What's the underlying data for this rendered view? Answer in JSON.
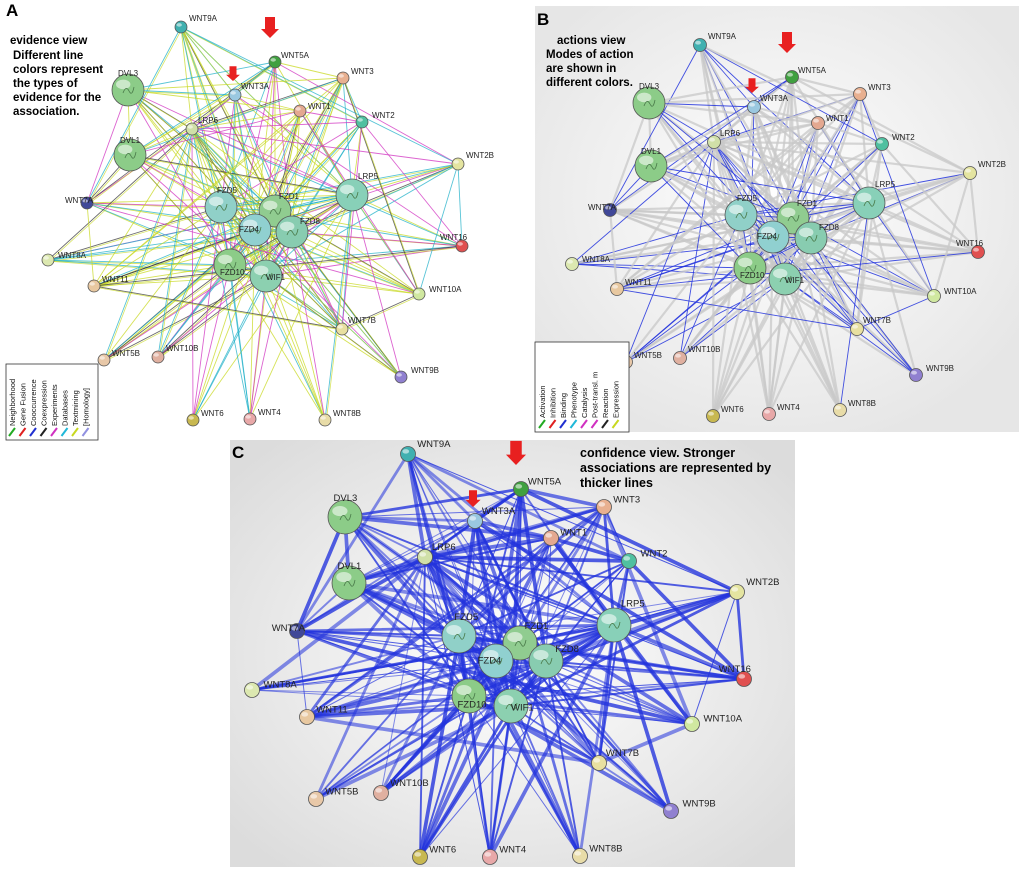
{
  "panels": [
    {
      "id": "A",
      "letter": "A",
      "view": "evidence",
      "caption": [
        "evidence view",
        "Different line",
        "colors represent",
        "the types of",
        "evidence for the",
        "association."
      ],
      "legend": [
        {
          "label": "Neighborhood",
          "color": "#22aa22"
        },
        {
          "label": "Gene Fusion",
          "color": "#e02020"
        },
        {
          "label": "Cooccurrence",
          "color": "#2030d0"
        },
        {
          "label": "Coexpression",
          "color": "#222222"
        },
        {
          "label": "Experiments",
          "color": "#d030c0"
        },
        {
          "label": "Databases",
          "color": "#20b8d8"
        },
        {
          "label": "Textmining",
          "color": "#c8d820"
        },
        {
          "label": "[Homology]",
          "color": "#9090e0"
        }
      ]
    },
    {
      "id": "B",
      "letter": "B",
      "view": "actions",
      "caption": [
        "actions view",
        "Modes of action",
        "are shown in",
        "different colors."
      ],
      "legend": [
        {
          "label": "Activation",
          "color": "#22aa22"
        },
        {
          "label": "Inhibition",
          "color": "#e02020"
        },
        {
          "label": "Binding",
          "color": "#2030d0"
        },
        {
          "label": "Phenotype",
          "color": "#20b8d8"
        },
        {
          "label": "Catalysis",
          "color": "#d030c0"
        },
        {
          "label": "Post-transl. m",
          "color": "#d030c0"
        },
        {
          "label": "Reaction",
          "color": "#222222"
        },
        {
          "label": "Expression",
          "color": "#c8d820"
        }
      ]
    },
    {
      "id": "C",
      "letter": "C",
      "view": "confidence",
      "caption": [
        "confidence view. Stronger",
        "associations are represented by",
        "thicker lines"
      ],
      "legend": []
    }
  ],
  "nodes": [
    {
      "id": "WNT9A",
      "label": "WNT9A",
      "big": false,
      "color": "#40b0b0"
    },
    {
      "id": "WNT5A",
      "label": "WNT5A",
      "big": false,
      "color": "#40a040"
    },
    {
      "id": "WNT3",
      "label": "WNT3",
      "big": false,
      "color": "#e8b090"
    },
    {
      "id": "DVL3",
      "label": "DVL3",
      "big": true,
      "color": "#8ccc88"
    },
    {
      "id": "WNT3A",
      "label": "WNT3A",
      "big": false,
      "color": "#9ac8e0"
    },
    {
      "id": "WNT1",
      "label": "WNT1",
      "big": false,
      "color": "#e4a890"
    },
    {
      "id": "LRP6",
      "label": "LRP6",
      "big": false,
      "color": "#d0e0a8"
    },
    {
      "id": "WNT2",
      "label": "WNT2",
      "big": false,
      "color": "#50c0a0"
    },
    {
      "id": "DVL1",
      "label": "DVL1",
      "big": true,
      "color": "#8ccc88"
    },
    {
      "id": "WNT2B",
      "label": "WNT2B",
      "big": false,
      "color": "#e4e4a0"
    },
    {
      "id": "WNT7A",
      "label": "WNT7A",
      "big": false,
      "color": "#404898"
    },
    {
      "id": "LRP5",
      "label": "LRP5",
      "big": true,
      "color": "#88d0b8"
    },
    {
      "id": "FZD5",
      "label": "FZD5",
      "big": true,
      "color": "#90d0c8"
    },
    {
      "id": "FZD1",
      "label": "FZD1",
      "big": true,
      "color": "#90cc90"
    },
    {
      "id": "FZD4",
      "label": "FZD4",
      "big": true,
      "color": "#90d0d0"
    },
    {
      "id": "FZD8",
      "label": "FZD8",
      "big": true,
      "color": "#88ccb0"
    },
    {
      "id": "FZD10",
      "label": "FZD10",
      "big": true,
      "color": "#8ccc88"
    },
    {
      "id": "WIF1",
      "label": "WIF1",
      "big": true,
      "color": "#8cd0b0"
    },
    {
      "id": "WNT16",
      "label": "WNT16",
      "big": false,
      "color": "#e05050"
    },
    {
      "id": "WNT8A",
      "label": "WNT8A",
      "big": false,
      "color": "#dce8b0"
    },
    {
      "id": "WNT11",
      "label": "WNT11",
      "big": false,
      "color": "#e8c8a0"
    },
    {
      "id": "WNT10A",
      "label": "WNT10A",
      "big": false,
      "color": "#d0e8a0"
    },
    {
      "id": "WNT7B",
      "label": "WNT7B",
      "big": false,
      "color": "#e8e0a0"
    },
    {
      "id": "WNT5B",
      "label": "WNT5B",
      "big": false,
      "color": "#e8c8a8"
    },
    {
      "id": "WNT10B",
      "label": "WNT10B",
      "big": false,
      "color": "#e0b0a0"
    },
    {
      "id": "WNT9B",
      "label": "WNT9B",
      "big": false,
      "color": "#9080d0"
    },
    {
      "id": "WNT6",
      "label": "WNT6",
      "big": false,
      "color": "#c8b850"
    },
    {
      "id": "WNT4",
      "label": "WNT4",
      "big": false,
      "color": "#e8a8a8"
    },
    {
      "id": "WNT8B",
      "label": "WNT8B",
      "big": false,
      "color": "#e8dca8"
    }
  ],
  "highlighted": [
    "WNT5A",
    "WNT3A"
  ],
  "colors": {
    "arrow": "#e82020",
    "panel_bg": "#f2f2f2",
    "line_blue": "#2233dd",
    "line_grey": "#c8c8c8",
    "line_teal": "#20b0c8",
    "line_yellow": "#c8d820",
    "line_pink": "#d030c0"
  }
}
